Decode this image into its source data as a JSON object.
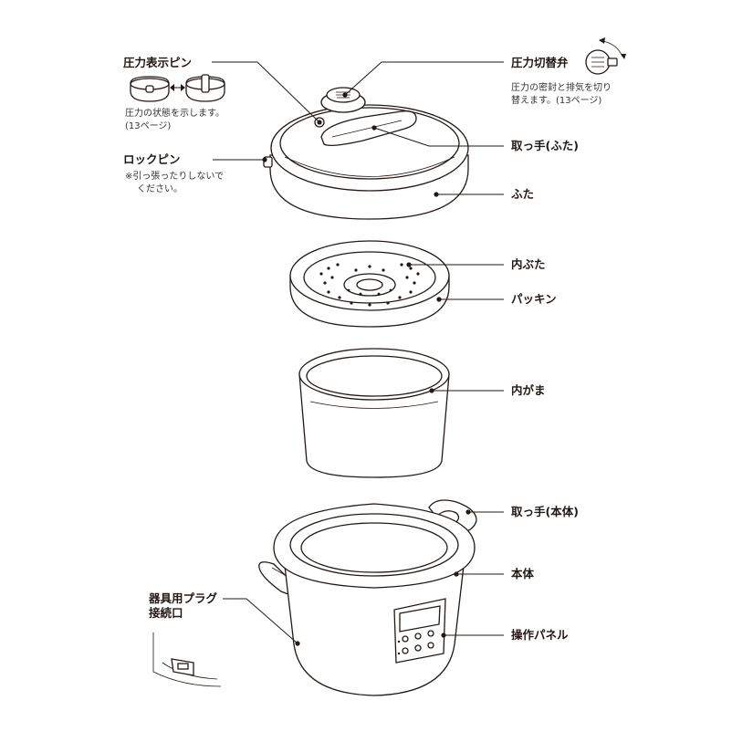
{
  "labels": {
    "pressure_pin": "圧力表示ピン",
    "pressure_pin_note_1": "圧力の状態を示します。",
    "pressure_pin_note_2": "(13ページ)",
    "lock_pin": "ロックピン",
    "lock_pin_note_1": "※引っ張ったりしないで",
    "lock_pin_note_2": "ください。",
    "pressure_valve": "圧力切替弁",
    "pressure_valve_note_1": "圧力の密封と排気を切り",
    "pressure_valve_note_2": "替えます。(13ページ)",
    "lid_handle": "取っ手(ふた)",
    "lid": "ふた",
    "inner_lid": "内ぶた",
    "packing": "パッキン",
    "inner_pot": "内がま",
    "body_handle": "取っ手(本体)",
    "body": "本体",
    "plug_socket_1": "器具用プラグ",
    "plug_socket_2": "接続口",
    "control_panel": "操作パネル"
  }
}
